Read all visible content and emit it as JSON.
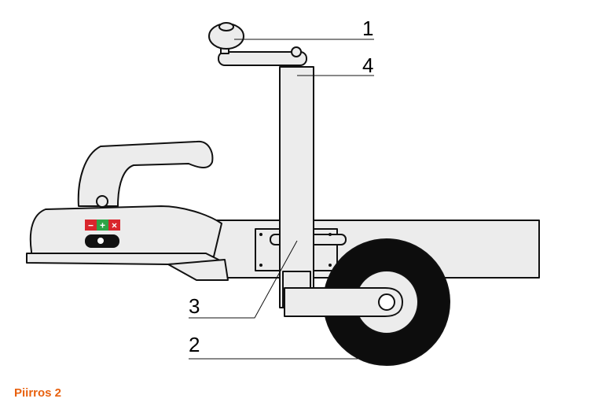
{
  "figure": {
    "caption": "Piirros 2",
    "caption_color": "#e8610f"
  },
  "callouts": {
    "c1": "1",
    "c2": "2",
    "c3": "3",
    "c4": "4"
  },
  "indicator": {
    "minus": "−",
    "plus": "+",
    "cross": "×",
    "minus_color": "#d9262c",
    "plus_color": "#2fa446",
    "cross_color": "#d9262c"
  },
  "colors": {
    "body_fill": "#ececec",
    "stroke": "#111111",
    "tire": "#0d0d0d"
  }
}
